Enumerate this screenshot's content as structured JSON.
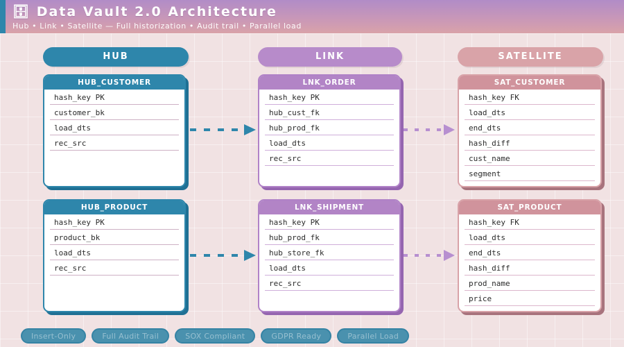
{
  "header": {
    "icon": "🗄",
    "title": "Data Vault 2.0 Architecture",
    "subtitle": "Hub • Link • Satellite — Full historization • Audit trail • Parallel load"
  },
  "columns": {
    "hub": {
      "label": "HUB",
      "color": "#2e86ab"
    },
    "link": {
      "label": "LINK",
      "color": "#b78bca"
    },
    "satellite": {
      "label": "SATELLITE",
      "color": "#d9a3a8"
    }
  },
  "tables": {
    "hub_customer": {
      "title": "HUB_CUSTOMER",
      "fields": [
        "hash_key PK",
        "customer_bk",
        "load_dts",
        "rec_src"
      ]
    },
    "lnk_order": {
      "title": "LNK_ORDER",
      "fields": [
        "hash_key PK",
        "hub_cust_fk",
        "hub_prod_fk",
        "load_dts",
        "rec_src"
      ]
    },
    "sat_customer": {
      "title": "SAT_CUSTOMER",
      "fields": [
        "hash_key FK",
        "load_dts",
        "end_dts",
        "hash_diff",
        "cust_name",
        "segment"
      ]
    },
    "hub_product": {
      "title": "HUB_PRODUCT",
      "fields": [
        "hash_key PK",
        "product_bk",
        "load_dts",
        "rec_src"
      ]
    },
    "lnk_shipment": {
      "title": "LNK_SHIPMENT",
      "fields": [
        "hash_key PK",
        "hub_prod_fk",
        "hub_store_fk",
        "load_dts",
        "rec_src"
      ]
    },
    "sat_product": {
      "title": "SAT_PRODUCT",
      "fields": [
        "hash_key FK",
        "load_dts",
        "end_dts",
        "hash_diff",
        "prod_name",
        "price"
      ]
    }
  },
  "badges": [
    "Insert-Only",
    "Full Audit Trail",
    "SOX Compliant",
    "GDPR Ready",
    "Parallel Load"
  ],
  "colors": {
    "teal": "#2e86ab",
    "purple": "#b284c6",
    "rose": "#d0939c",
    "background": "#f1e2e3",
    "header_gradient_top": "#b18cc7",
    "header_gradient_bottom": "#d9a2a9"
  }
}
